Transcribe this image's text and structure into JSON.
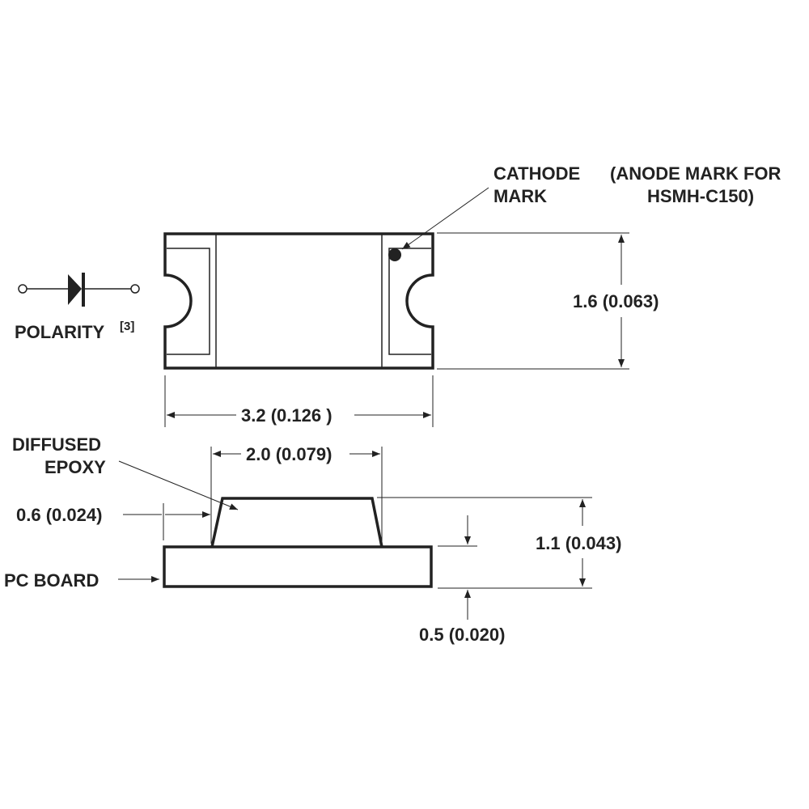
{
  "labels": {
    "cathode_line1": "CATHODE",
    "cathode_line2": "MARK",
    "anode_line1": "(ANODE MARK FOR",
    "anode_line2": "HSMH-C150)",
    "polarity": "POLARITY",
    "polarity_note": "[3]",
    "height_top": "1.6 (0.063)",
    "length": "3.2 (0.126 )",
    "diffused_line1": "DIFFUSED",
    "diffused_line2": "EPOXY",
    "epoxy_width": "2.0 (0.079)",
    "offset": "0.6 (0.024)",
    "pc_board": "PC BOARD",
    "total_height": "1.1 (0.043)",
    "board_thickness": "0.5 (0.020)"
  }
}
